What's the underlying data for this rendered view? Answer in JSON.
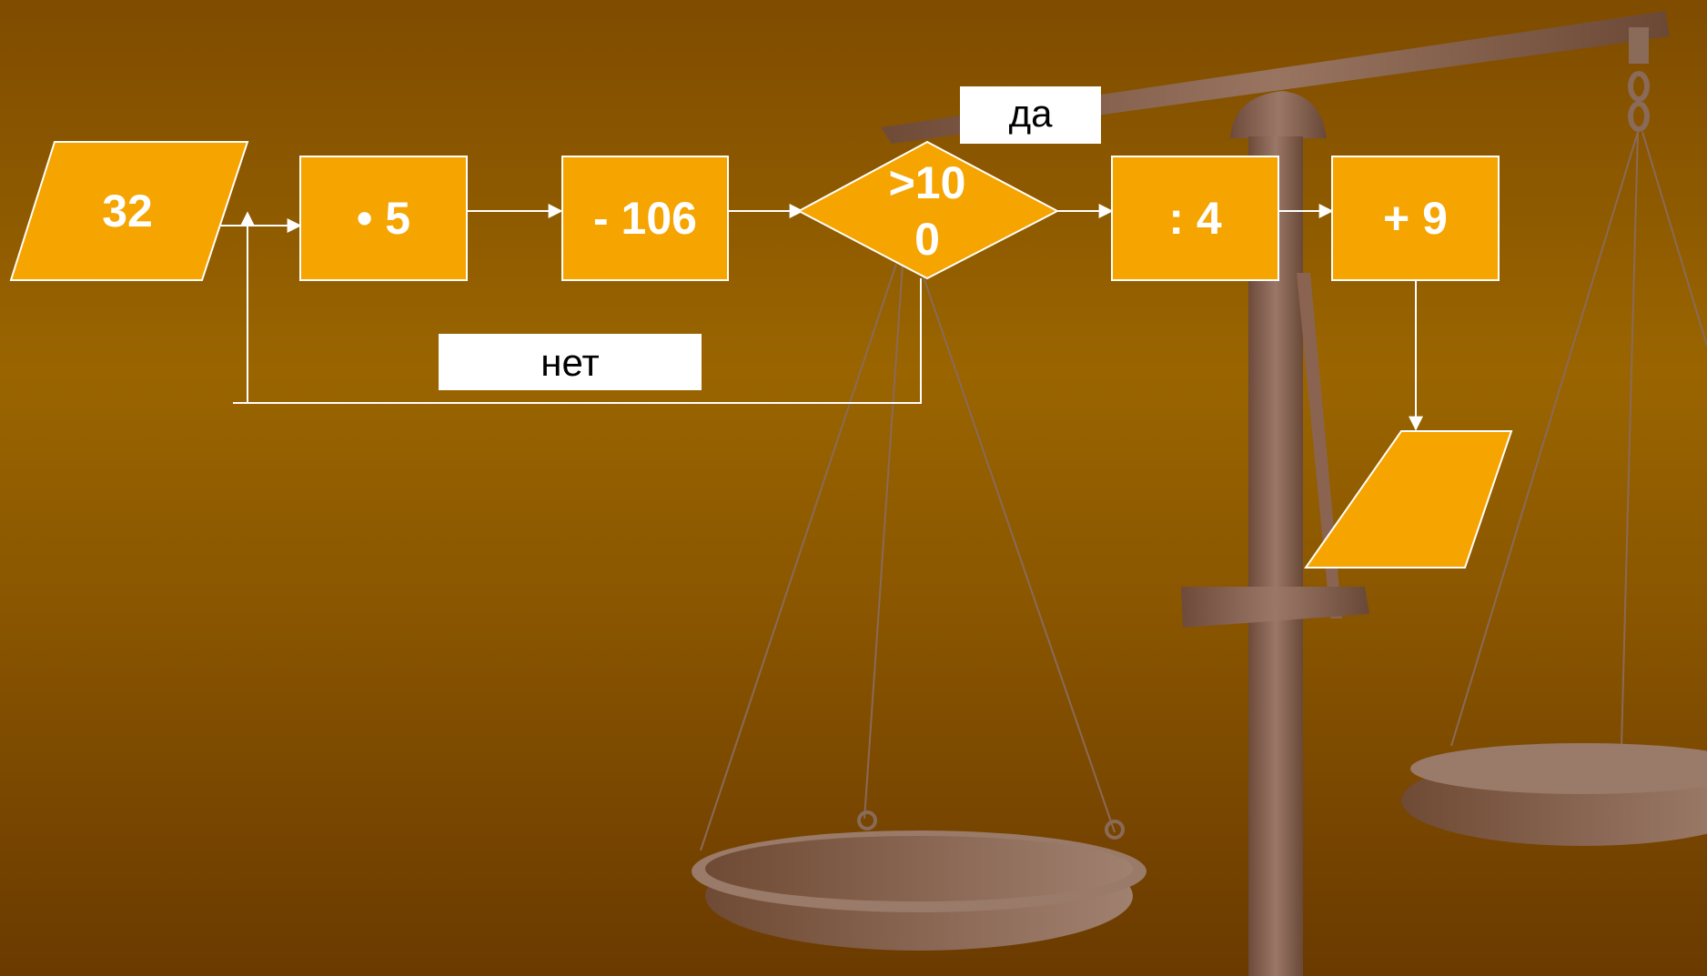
{
  "colors": {
    "box_fill": "#f5a400",
    "box_stroke": "#ffffff",
    "connector": "#ffffff",
    "scale": "#8a6450",
    "label_bg": "#ffffff"
  },
  "flowchart": {
    "input_value": "32",
    "step_multiply": "• 5",
    "step_subtract": "- 106",
    "decision_line1": ">10",
    "decision_line2": "0",
    "step_divide": ": 4",
    "step_add": "+ 9",
    "output_value": "",
    "label_yes": "да",
    "label_no": "нет"
  },
  "background": {
    "illustration": "balance-scale"
  }
}
